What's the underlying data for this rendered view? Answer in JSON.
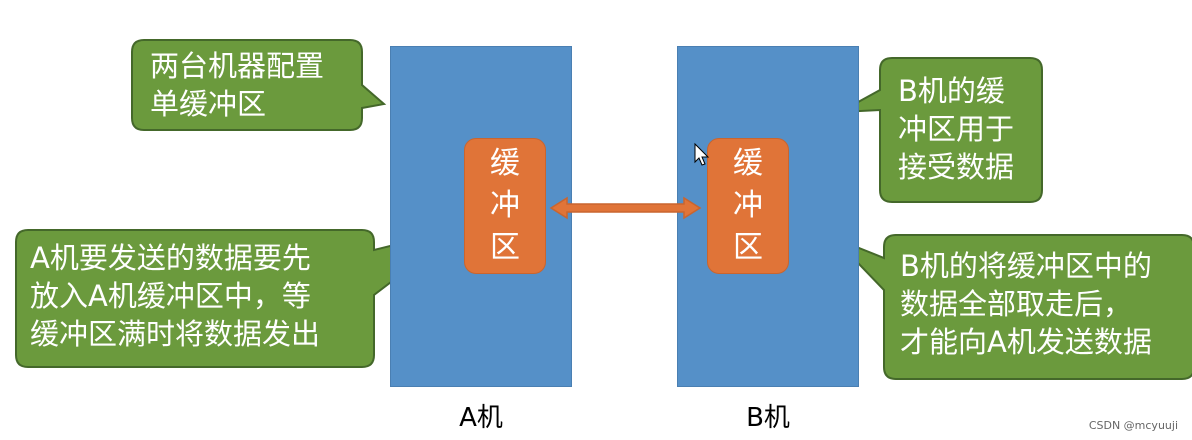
{
  "machine_a": {
    "label": "A机",
    "buffer_chars": [
      "缓",
      "冲",
      "区"
    ]
  },
  "machine_b": {
    "label": "B机",
    "buffer_chars": [
      "缓",
      "冲",
      "区"
    ]
  },
  "callouts": {
    "top_left": [
      "两台机器配置",
      "单缓冲区"
    ],
    "bottom_left": [
      "A机要发送的数据要先",
      "放入A机缓冲区中，等",
      "缓冲区满时将数据发出"
    ],
    "top_right": [
      "B机的缓",
      "冲区用于",
      "接受数据"
    ],
    "bottom_right": [
      "B机的将缓冲区中的",
      "数据全部取走后，",
      "才能向A机发送数据"
    ]
  },
  "colors": {
    "machine": "#5590c8",
    "buffer": "#e07438",
    "callout": "#6b9a3d",
    "callout_border": "#44682a"
  },
  "watermark": "CSDN @mcyuuji"
}
